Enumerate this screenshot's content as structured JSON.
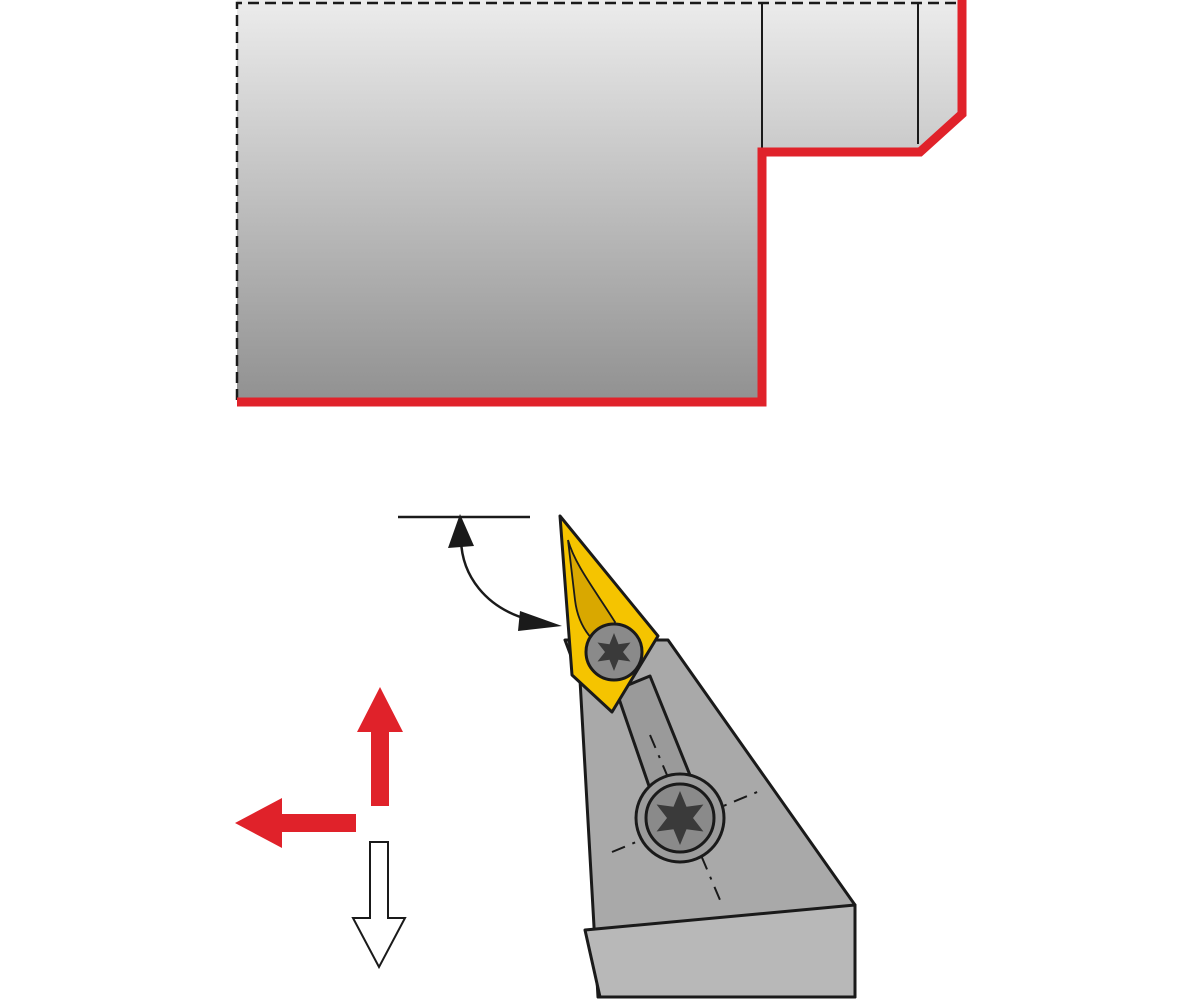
{
  "colors": {
    "background": "#ffffff",
    "profile_red": "#e0222a",
    "outline": "#1a1a1a",
    "workpiece_gradient_top": "#ececec",
    "workpiece_gradient_bottom": "#909090",
    "holder_gray": "#a9a9a9",
    "holder_gray_dark": "#8f8f8f",
    "insert_yellow": "#f5c400",
    "insert_yellow_dark": "#d9a800",
    "screw_dark": "#3a3a3a",
    "screw_light": "#8a8a8a",
    "arrow_red": "#e0222a",
    "arrow_white": "#ffffff"
  },
  "diagram": {
    "workpiece": {
      "shape": "stepped-shaft-section",
      "left_edge_style": "dashed",
      "top_edge_style": "dashed",
      "machined_profile_color": "profile_red"
    },
    "tool": {
      "holder": "toolholder-body",
      "insert": "rhombic-insert",
      "insert_screw_icon": "torx-screw-icon",
      "clamp_screw_icon": "torx-screw-icon"
    },
    "angle_indicator": {
      "shown": true,
      "label": ""
    },
    "feed_arrows": [
      {
        "name": "feed-up-arrow",
        "direction": "up",
        "style": "filled",
        "color": "arrow_red"
      },
      {
        "name": "feed-left-arrow",
        "direction": "left",
        "style": "filled",
        "color": "arrow_red"
      },
      {
        "name": "feed-down-arrow",
        "direction": "down",
        "style": "outline",
        "color": "arrow_white"
      }
    ]
  }
}
